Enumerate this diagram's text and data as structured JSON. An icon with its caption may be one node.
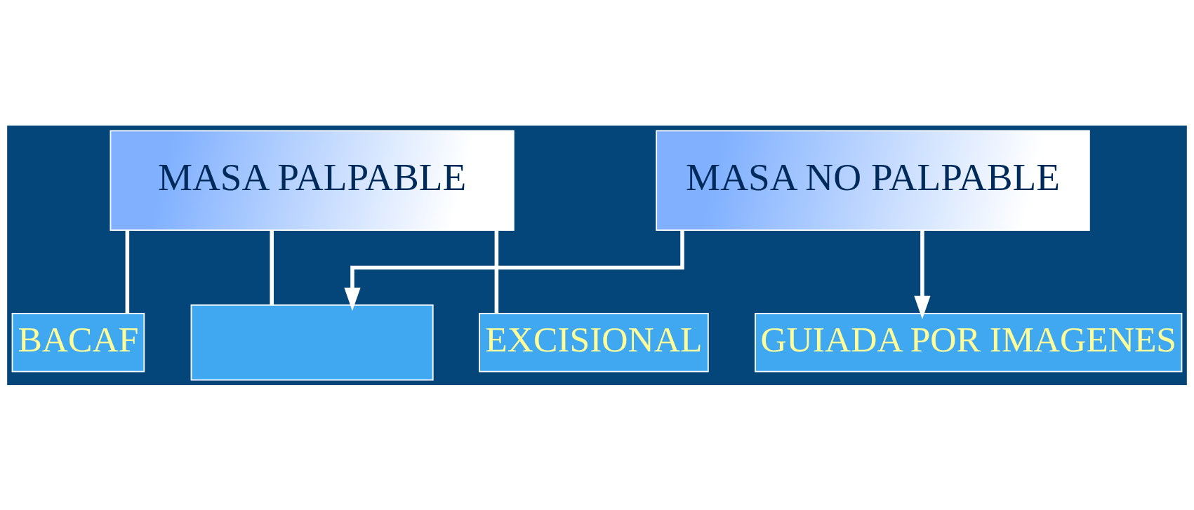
{
  "diagram": {
    "nodes": [
      {
        "text": [
          "MASA PALPABLE"
        ]
      },
      {
        "text": [
          "MASA NO PALPABLE"
        ]
      },
      {
        "text": [
          "BACAF"
        ]
      },
      {
        "text": [],
        "shape": "box"
      },
      {
        "text": [
          "EXCISIONAL"
        ]
      },
      {
        "text": [
          "GUIADA POR IMAGENES"
        ]
      }
    ],
    "edges": [
      {
        "from": 0,
        "to": 2,
        "arrow": "none"
      },
      {
        "from": 0,
        "to": 3,
        "arrow": "none"
      },
      {
        "from": 0,
        "to": 4,
        "arrow": "none"
      },
      {
        "from": 1,
        "to": 3,
        "arrow": "to"
      },
      {
        "from": 1,
        "to": 5,
        "arrow": "to"
      }
    ]
  }
}
